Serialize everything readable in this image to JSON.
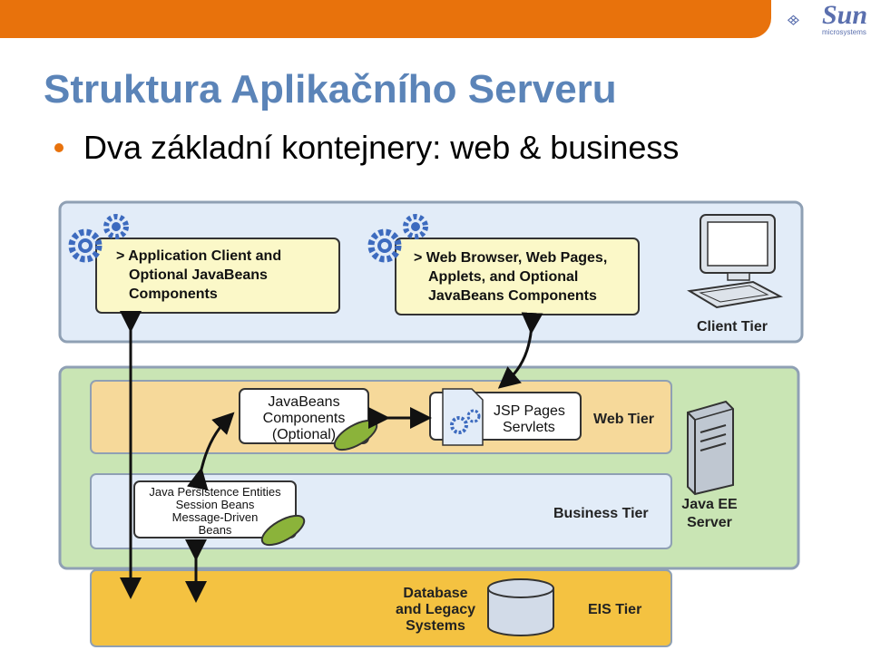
{
  "slide": {
    "title": "Struktura Aplikačního Serveru",
    "bullet": "Dva základní kontejnery: web & business"
  },
  "logo": {
    "brand": "Sun",
    "sub": "microsystems"
  },
  "diagram": {
    "client_app": [
      "> Application Client and",
      "Optional JavaBeans",
      "Components"
    ],
    "client_web": [
      "> Web Browser, Web Pages,",
      "Applets, and Optional",
      "JavaBeans Components"
    ],
    "client_tier": "Client Tier",
    "javabeans": [
      "JavaBeans",
      "Components",
      "(Optional)"
    ],
    "jsp": [
      "JSP Pages",
      "Servlets"
    ],
    "web_tier": "Web Tier",
    "persistence": [
      "Java Persistence Entities",
      "Session Beans",
      "Message-Driven",
      "Beans"
    ],
    "business_tier": "Business Tier",
    "server": [
      "Java EE",
      "Server"
    ],
    "database": [
      "Database",
      "and Legacy",
      "Systems"
    ],
    "eis_tier": "EIS Tier"
  },
  "colors": {
    "accent": "#e8720c",
    "title": "#5b84b8"
  }
}
